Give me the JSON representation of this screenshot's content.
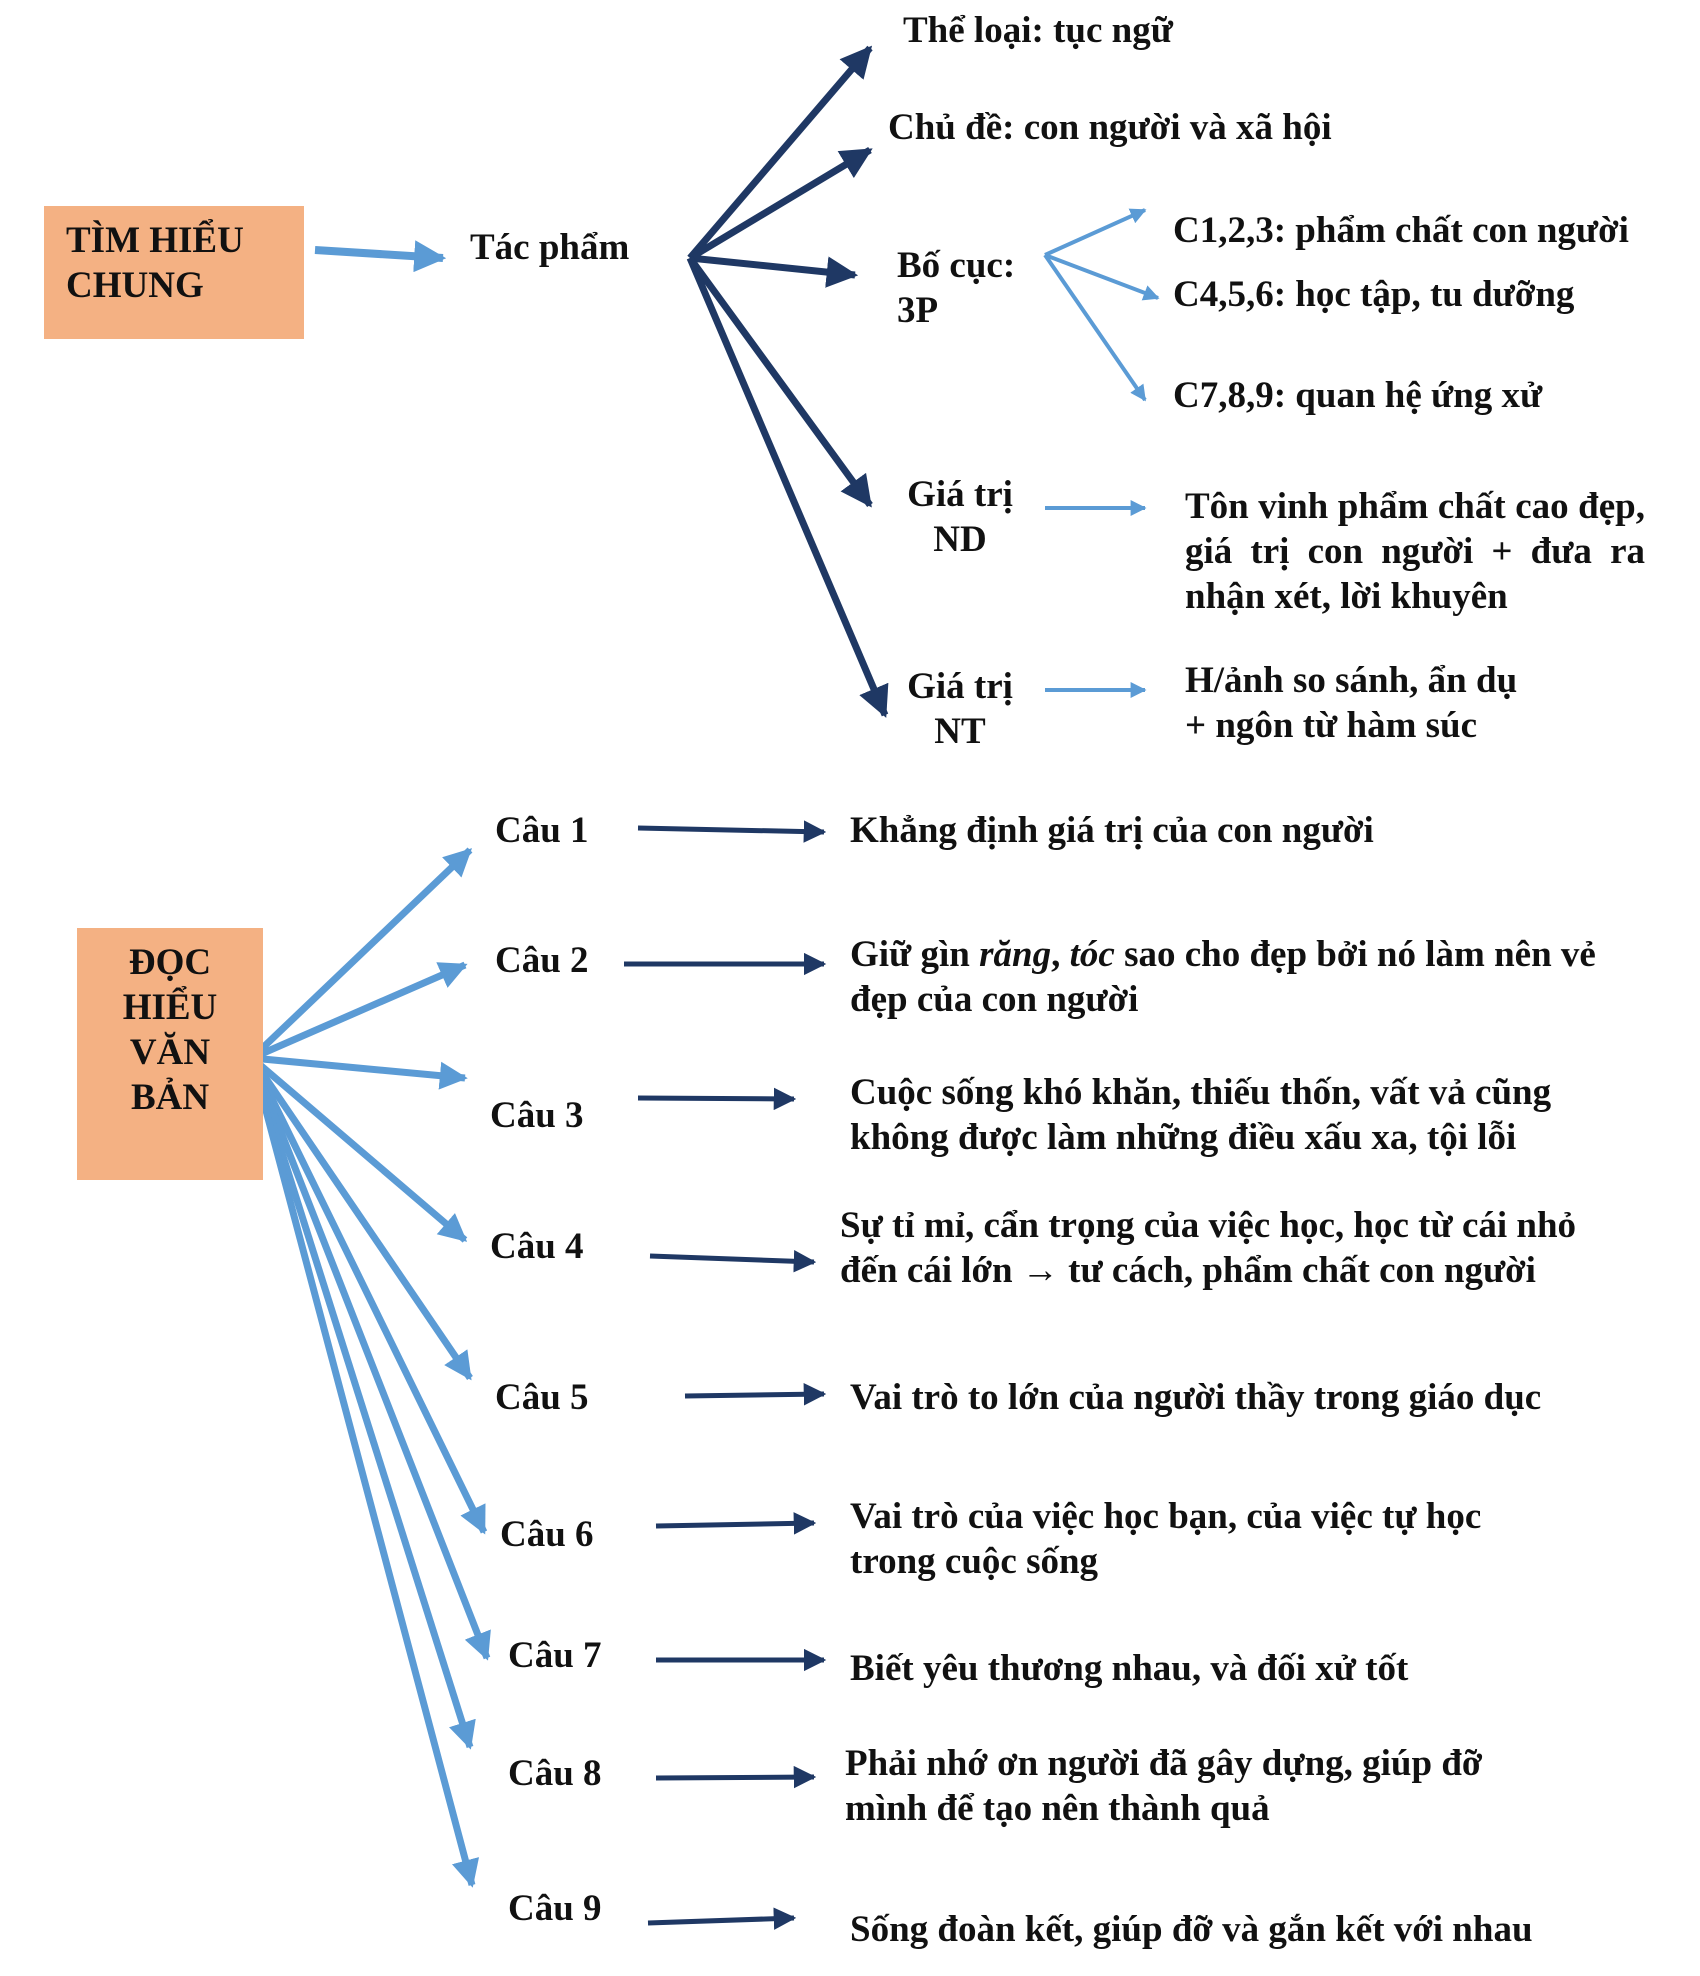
{
  "colors": {
    "dark_arrow": "#1f3864",
    "light_arrow": "#5b9bd5",
    "box_fill": "#f4b183",
    "text": "#111111"
  },
  "section1": {
    "box_lines": [
      "TÌM HIỂU",
      "CHUNG"
    ],
    "node": "Tác phẩm",
    "the_loai": "Thể loại: tục ngữ",
    "chu_de": "Chủ đề: con người và xã hội",
    "bo_cuc_lines": [
      "Bố cục:",
      "3P"
    ],
    "bo_cuc_items": [
      "C1,2,3: phẩm chất con người",
      "C4,5,6: học tập, tu dưỡng",
      "C7,8,9: quan hệ ứng xử"
    ],
    "gia_tri_nd_lines": [
      "Giá trị",
      "ND"
    ],
    "gia_tri_nd_text": "Tôn vinh phẩm chất cao đẹp, giá trị con người + đưa ra nhận xét, lời khuyên",
    "gia_tri_nt_lines": [
      "Giá trị",
      "NT"
    ],
    "gia_tri_nt_lines_text": [
      "H/ảnh so sánh, ẩn dụ",
      "+ ngôn từ hàm súc"
    ]
  },
  "section2": {
    "box_lines": [
      "ĐỌC",
      "HIỂU",
      "VĂN",
      "BẢN"
    ],
    "questions": [
      {
        "label": "Câu 1",
        "answer_lines": [
          "Khẳng định giá trị của con người"
        ]
      },
      {
        "label": "Câu 2",
        "answer_lines": [
          "Giữ gìn răng, tóc sao cho đẹp bởi nó làm nên vẻ",
          "đẹp của con người"
        ]
      },
      {
        "label": "Câu 3",
        "answer_lines": [
          "Cuộc sống khó khăn, thiếu thốn, vất vả cũng",
          "không được làm những điều xấu xa, tội lỗi"
        ]
      },
      {
        "label": "Câu 4",
        "answer_lines": [
          "Sự tỉ mỉ, cẩn trọng của việc học, học từ cái nhỏ",
          "đến cái lớn → tư cách, phẩm chất con người"
        ]
      },
      {
        "label": "Câu 5",
        "answer_lines": [
          "Vai trò to lớn của người thầy trong giáo dục"
        ]
      },
      {
        "label": "Câu 6",
        "answer_lines": [
          "Vai trò của việc học bạn, của việc tự học",
          "trong cuộc sống"
        ]
      },
      {
        "label": "Câu 7",
        "answer_lines": [
          "Biết yêu thương nhau, và đối xử tốt"
        ]
      },
      {
        "label": "Câu 8",
        "answer_lines": [
          "Phải nhớ ơn người đã gây dựng, giúp đỡ",
          "mình để tạo nên thành quả"
        ]
      },
      {
        "label": "Câu 9",
        "answer_lines": [
          "Sống đoàn kết, giúp đỡ và gắn kết với nhau"
        ]
      }
    ]
  }
}
